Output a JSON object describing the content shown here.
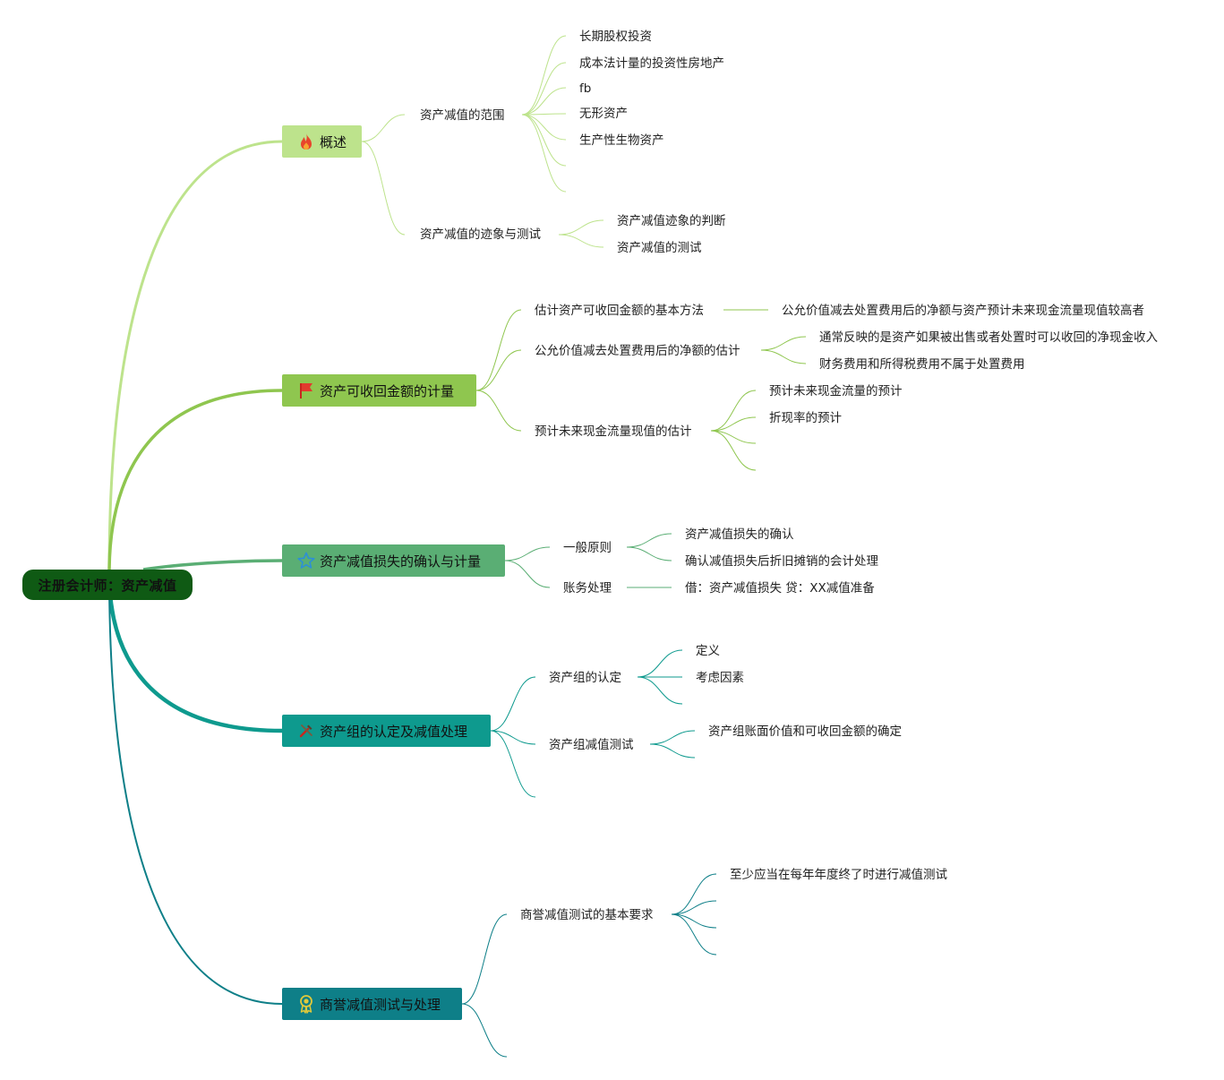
{
  "root": {
    "label": "注册会计师：资产减值"
  },
  "branches": [
    {
      "label": "概述",
      "icon": "fire-icon",
      "color": "#bde38c",
      "children": [
        {
          "label": "资产减值的范围",
          "children": [
            "长期股权投资",
            "成本法计量的投资性房地产",
            "fb",
            "无形资产",
            "生产性生物资产",
            "",
            ""
          ]
        },
        {
          "label": "资产减值的迹象与测试",
          "children": [
            "资产减值迹象的判断",
            "资产减值的测试"
          ]
        }
      ]
    },
    {
      "label": "资产可收回金额的计量",
      "icon": "flag-icon",
      "color": "#8fc64f",
      "children": [
        {
          "label": "估计资产可收回金额的基本方法",
          "children": [
            "公允价值减去处置费用后的净额与资产预计未来现金流量现值较高者"
          ]
        },
        {
          "label": "公允价值减去处置费用后的净额的估计",
          "children": [
            "通常反映的是资产如果被出售或者处置时可以收回的净现金收入",
            "财务费用和所得税费用不属于处置费用"
          ]
        },
        {
          "label": "预计未来现金流量现值的估计",
          "children": [
            "预计未来现金流量的预计",
            "折现率的预计",
            "",
            ""
          ]
        }
      ]
    },
    {
      "label": "资产减值损失的确认与计量",
      "icon": "star-icon",
      "color": "#5aae74",
      "children": [
        {
          "label": "一般原则",
          "children": [
            "资产减值损失的确认",
            "确认减值损失后折旧摊销的会计处理"
          ]
        },
        {
          "label": "账务处理",
          "children": [
            "借：资产减值损失 贷：XX减值准备"
          ]
        }
      ]
    },
    {
      "label": "资产组的认定及减值处理",
      "icon": "tools-icon",
      "color": "#0e9a8e",
      "children": [
        {
          "label": "资产组的认定",
          "children": [
            "定义",
            "考虑因素",
            ""
          ]
        },
        {
          "label": "资产组减值测试",
          "children": [
            "资产组账面价值和可收回金额的确定",
            ""
          ]
        },
        {
          "label": "",
          "children": []
        }
      ]
    },
    {
      "label": "商誉减值测试与处理",
      "icon": "award-icon",
      "color": "#0e7f88",
      "children": [
        {
          "label": "商誉减值测试的基本要求",
          "children": [
            "至少应当在每年年度终了时进行减值测试",
            "",
            "",
            ""
          ]
        },
        {
          "label": "",
          "children": []
        }
      ]
    }
  ]
}
